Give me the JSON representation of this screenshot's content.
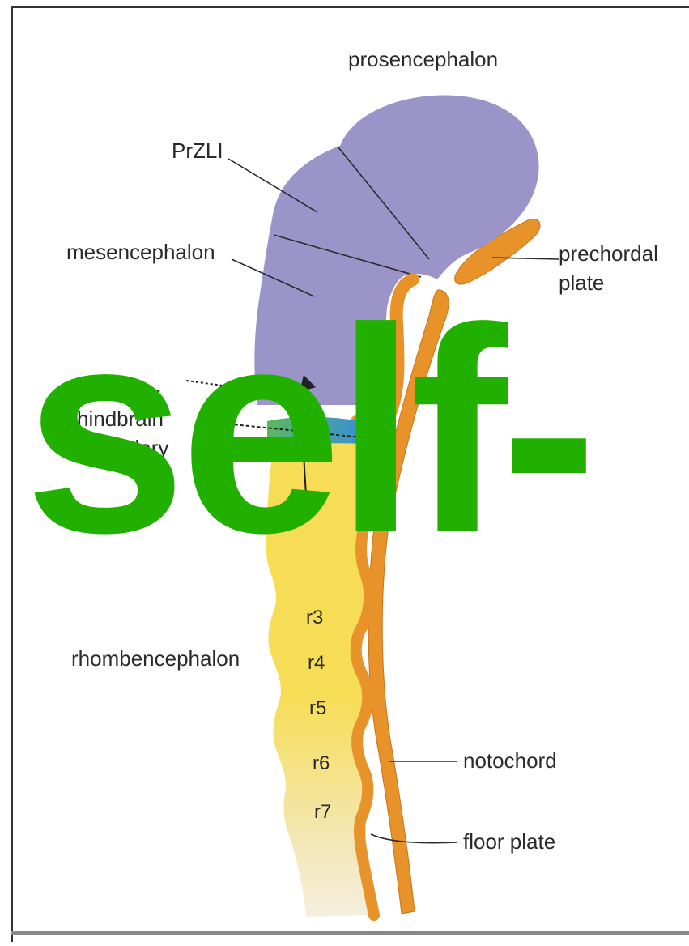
{
  "labels": {
    "prosencephalon": "prosencephalon",
    "przli": "PrZLI",
    "mesencephalon": "mesencephalon",
    "prechordal_line1": "prechordal",
    "prechordal_line2": "plate",
    "midbrain_line1": "midbrain-",
    "midbrain_line2": "hindbrain",
    "midbrain_line3": "boundary",
    "rhombencephalon": "rhombencephalon",
    "notochord": "notochord",
    "floor_plate": "floor plate"
  },
  "rhombomeres": [
    "r3",
    "r4",
    "r5",
    "r6",
    "r7"
  ],
  "watermark": "self-",
  "colors": {
    "forebrain": "#9b94c8",
    "hindbrain": "#f6dd55",
    "midbrain_blue": "#3a8fd0",
    "midbrain_green": "#5cb85c",
    "orange": "#e8922a",
    "pale": "#f3ead0",
    "watermark": "#22b000"
  }
}
